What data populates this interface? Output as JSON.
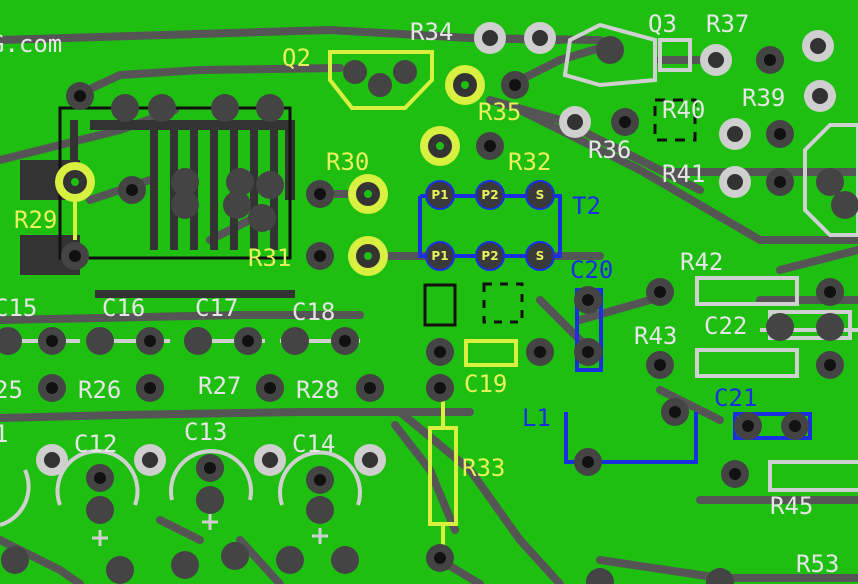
{
  "brand_text": "G.com",
  "labels": {
    "R34": "R34",
    "Q3": "Q3",
    "R37": "R37",
    "Q2": "Q2",
    "R35": "R35",
    "R40": "R40",
    "R39": "R39",
    "R36": "R36",
    "R30": "R30",
    "R32": "R32",
    "R41": "R41",
    "R29": "R29",
    "T2": "T2",
    "R31": "R31",
    "C20": "C20",
    "R42": "R42",
    "C15": "C15",
    "C16": "C16",
    "C17": "C17",
    "C18": "C18",
    "C22": "C22",
    "R43": "R43",
    "C19": "C19",
    "R25": "25",
    "R26": "R26",
    "R27": "R27",
    "R28": "R28",
    "C21": "C21",
    "L1": "L1",
    "C11": "1",
    "C12": "C12",
    "C13": "C13",
    "C14": "C14",
    "R33": "R33",
    "R45": "R45",
    "R53": "R53"
  },
  "pads": {
    "P1": "P1",
    "P2": "P2",
    "S": "S"
  },
  "colors": {
    "board": "#1fbf12",
    "copper": "#555555",
    "silkscreen": "#d0d0d0",
    "highlight": "#e8f25c",
    "blue": "#1a2fe0",
    "pad_dark": "#3a3a3a"
  }
}
